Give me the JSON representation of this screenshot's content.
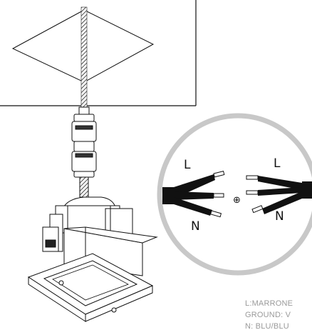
{
  "wiring": {
    "left_top_label": "L",
    "left_bottom_label": "N",
    "right_top_label": "L",
    "right_bottom_label": "N",
    "ground_symbol": "⊕"
  },
  "legend": {
    "line1": "L:MARRONE",
    "line2": "GROUND: V",
    "line3": "N: BLU/BLU"
  },
  "colors": {
    "line": "#111111",
    "circle": "#c8c8c8",
    "legend_text": "#9a9a9a"
  }
}
